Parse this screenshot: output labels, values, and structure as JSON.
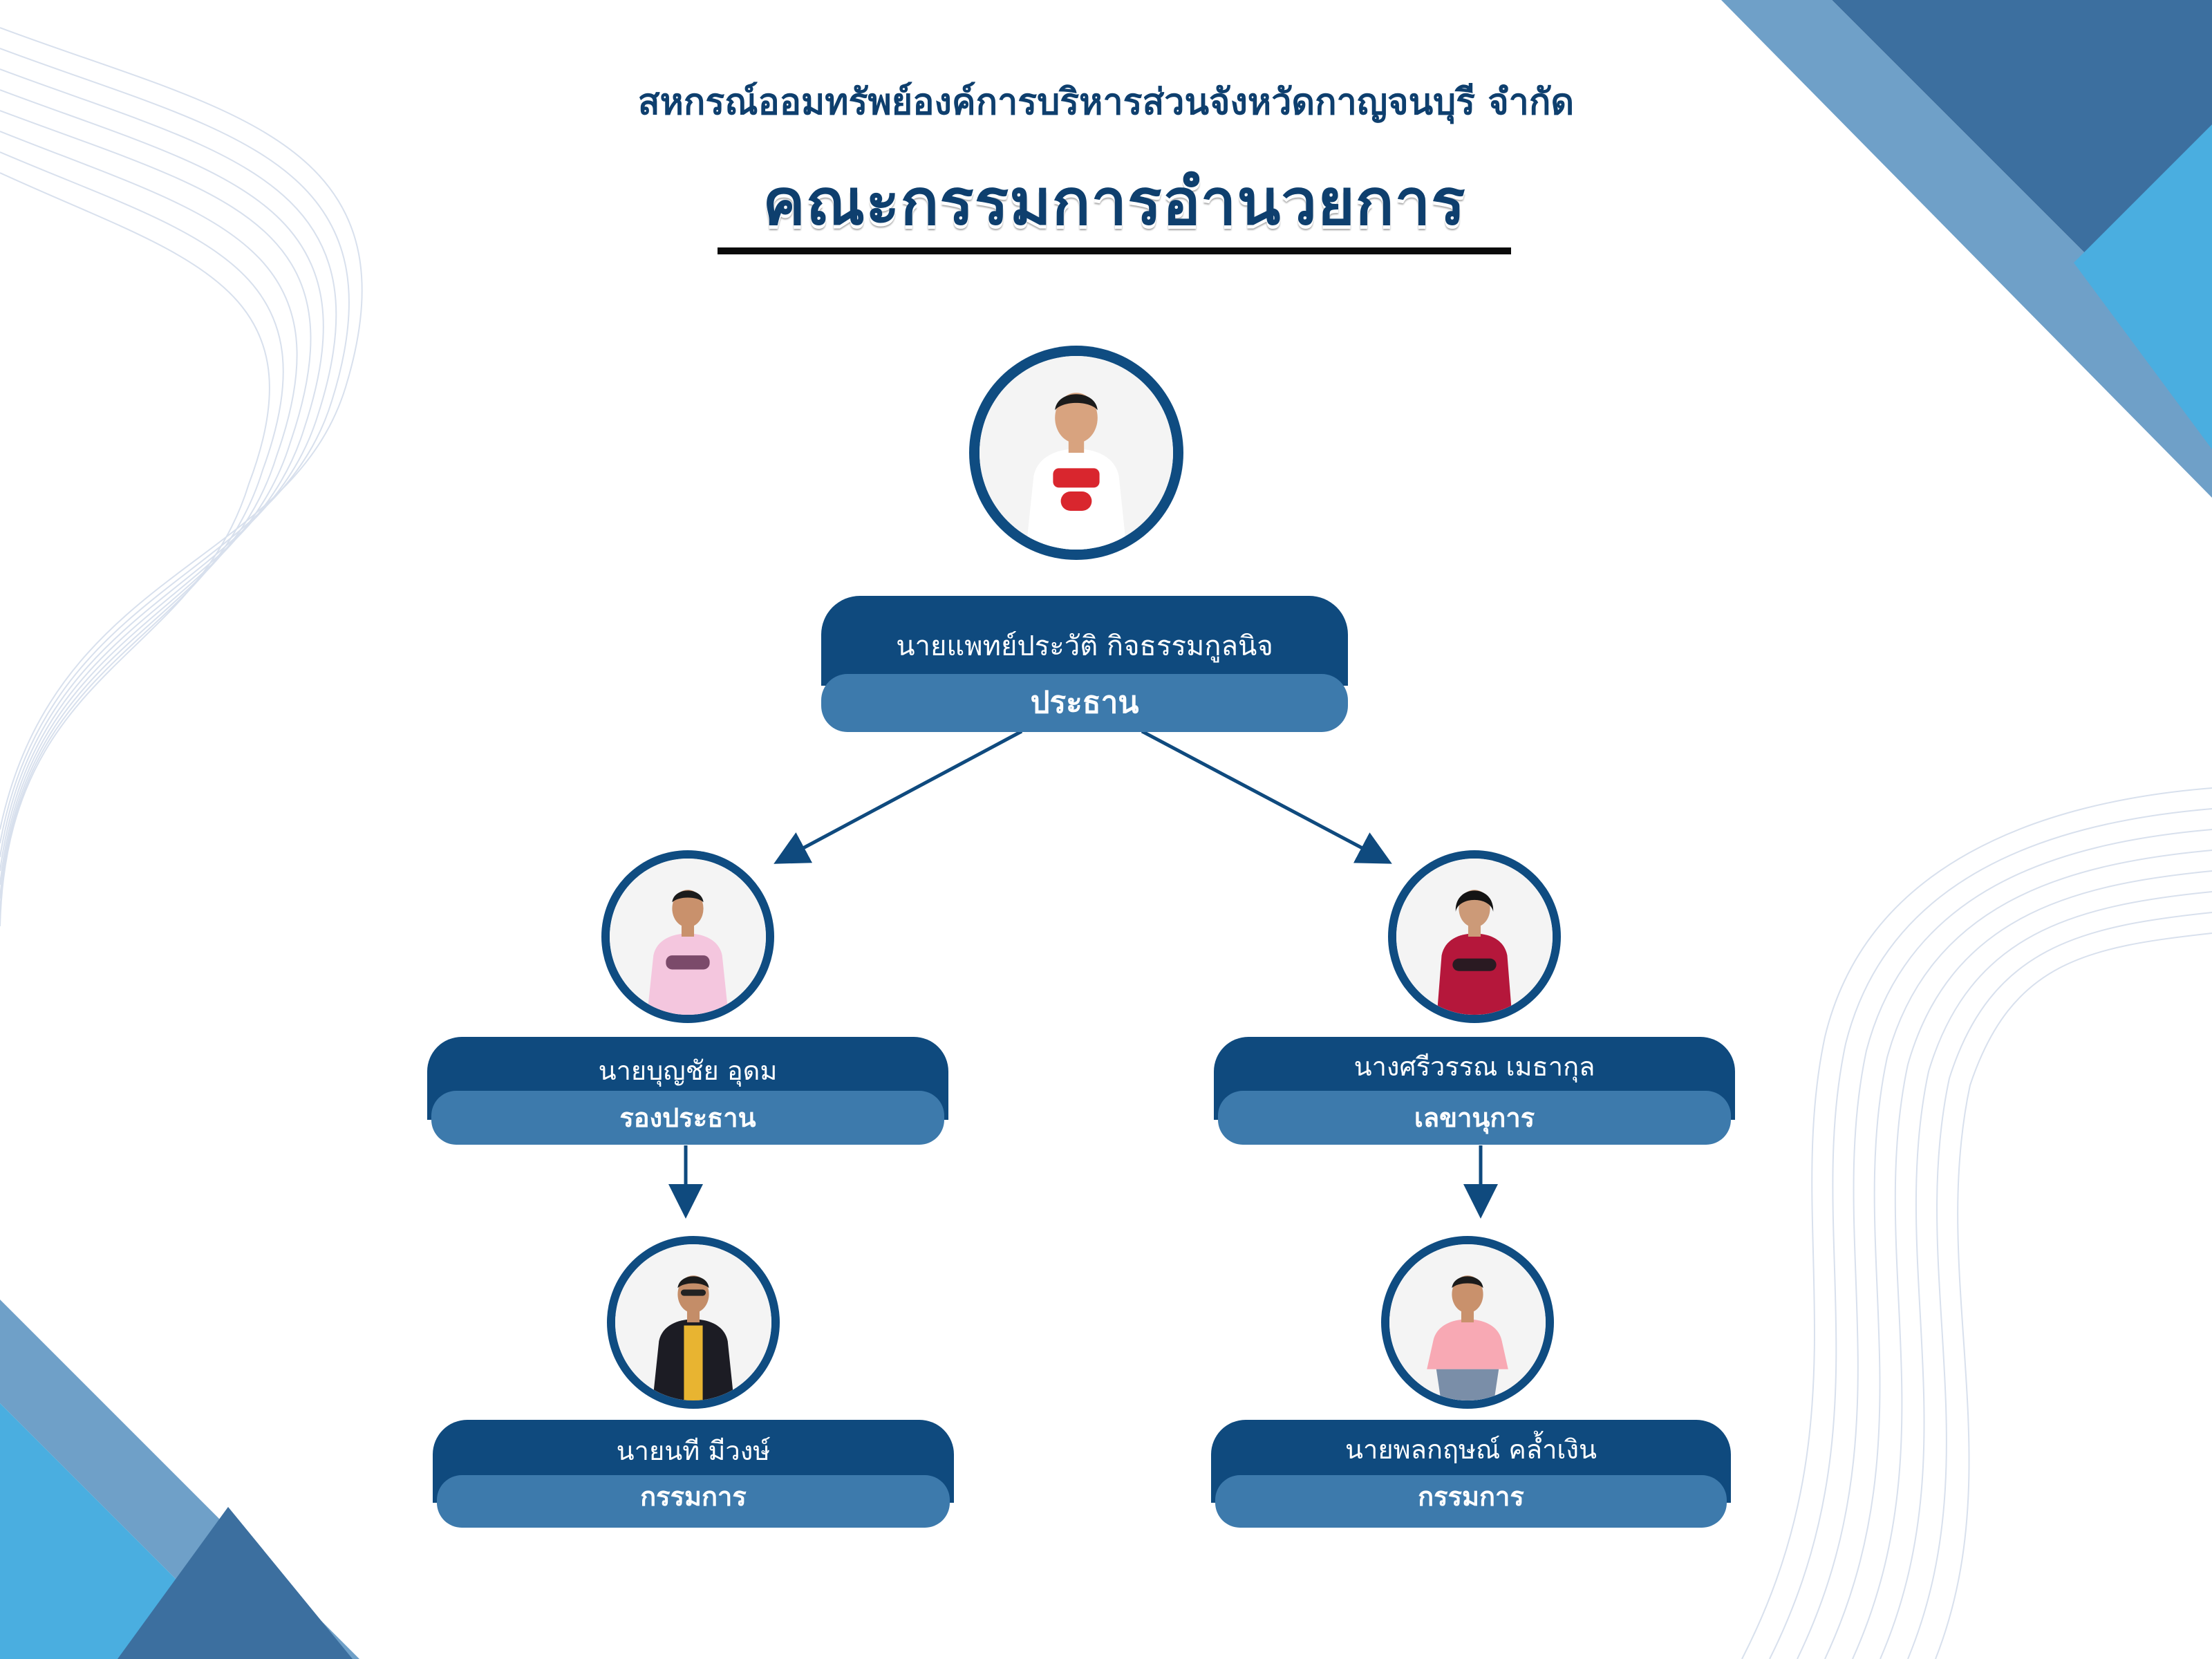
{
  "header": {
    "organization": "สหกรณ์ออมทรัพย์องค์การบริหารส่วนจังหวัดกาญจนบุรี จำกัด",
    "title": "คณะกรรมการอำนวยการ"
  },
  "members": {
    "chair": {
      "name": "นายแพทย์ประวัติ กิจธรรมกูลนิจ",
      "role": "ประธาน",
      "shirt_color": "#ffffff",
      "accent_color": "#d9262e"
    },
    "vice_chair": {
      "name": "นายบุญชัย  อุดม",
      "role": "รองประธาน",
      "shirt_color": "#f4c6de",
      "accent_color": "#7b4a6a"
    },
    "secretary": {
      "name": "นางศรีวรรณ เมธากุล",
      "role": "เลขานุการ",
      "shirt_color": "#b5173b",
      "accent_color": "#2a1a22"
    },
    "member_left": {
      "name": "นายนที มีวงษ์",
      "role": "กรรมการ",
      "shirt_color": "#1c1c24",
      "accent_color": "#e8b431"
    },
    "member_right": {
      "name": "นายพลกฤษณ์ คล้ำเงิน",
      "role": "กรรมการ",
      "shirt_color": "#f8a9b4",
      "accent_color": "#7a8ea8"
    }
  },
  "colors": {
    "navy": "#0f4a7e",
    "steel_blue": "#3d7aac",
    "sky_blue": "#4aaee0",
    "title_text": "#0e3f6e"
  }
}
